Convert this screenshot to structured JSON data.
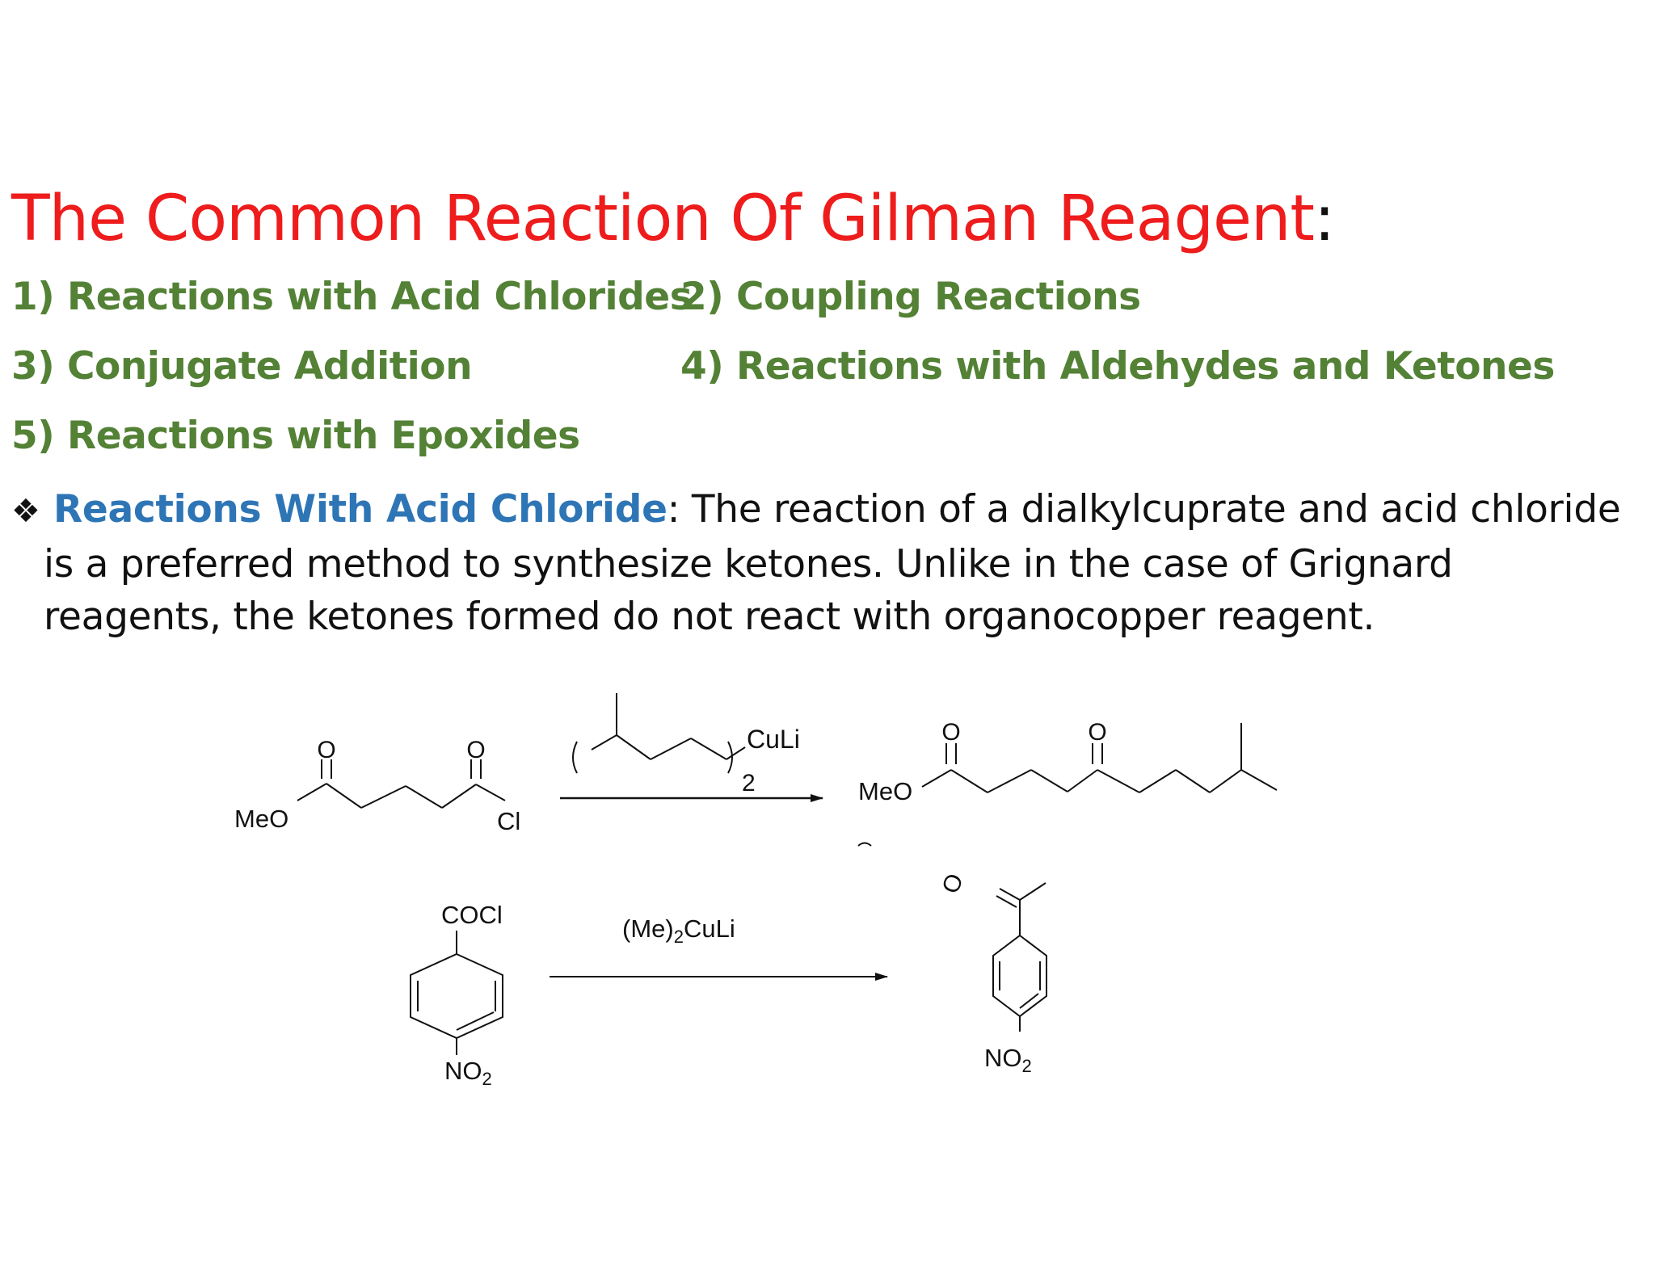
{
  "title": {
    "text": "The Common Reaction Of Gilman Reagent",
    "colon": ":"
  },
  "topics": [
    {
      "label": "1) Reactions with Acid Chlorides"
    },
    {
      "label": "2) Coupling Reactions"
    },
    {
      "label": "3) Conjugate Addition"
    },
    {
      "label": "4) Reactions with Aldehydes and Ketones"
    },
    {
      "label": "5) Reactions with Epoxides"
    }
  ],
  "bullet": {
    "icon": "four-diamond-bullet-icon",
    "heading": "Reactions With Acid Chloride",
    "separator": ":",
    "lines": [
      "The reaction of a dialkylcuprate and acid chloride",
      "is a preferred method to synthesize ketones. Unlike in the case of Grignard",
      "reagents, the ketones formed do not react with organocopper reagent."
    ]
  },
  "reaction1": {
    "reactant": {
      "o1": "O",
      "o2": "O",
      "meo": "MeO",
      "cl": "Cl"
    },
    "reagent": {
      "culi": "CuLi",
      "sub": "2"
    },
    "product": {
      "o1": "O",
      "o2": "O",
      "meo": "MeO"
    }
  },
  "reaction2": {
    "reactant": {
      "cocl": "COCl",
      "no2": "NO",
      "no2_sub": "2"
    },
    "reagent": {
      "me": "(Me)",
      "me_sub": "2",
      "culi": "CuLi"
    },
    "product": {
      "o": "O",
      "no2": "NO",
      "no2_sub": "2"
    }
  },
  "colors": {
    "title": "#ee1c1c",
    "topics": "#538135",
    "bullet_heading": "#2e75b6",
    "text": "#111111"
  }
}
